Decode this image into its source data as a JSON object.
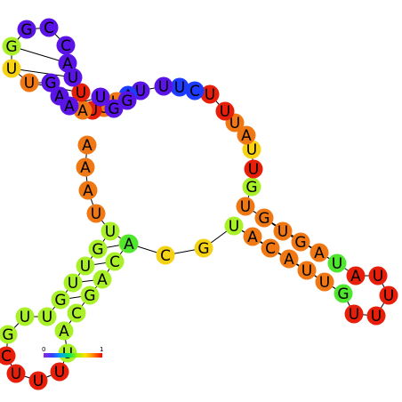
{
  "legend": {
    "min_label": "0",
    "max_label": "1",
    "gradient": [
      "#8a2be2",
      "#3b3bff",
      "#00a0ff",
      "#00e060",
      "#a0f000",
      "#ffe000",
      "#ff8000",
      "#ff0000"
    ]
  },
  "palette": {
    "violet": "#5a14e6",
    "blue": "#1e3cff",
    "green": "#50e630",
    "lime": "#aaf028",
    "yellow": "#f5d214",
    "orange": "#f07814",
    "red": "#e61e0a"
  },
  "nucleotides": [
    {
      "base": "A",
      "color": "#f07814"
    },
    {
      "base": "A",
      "color": "#f07814"
    },
    {
      "base": "A",
      "color": "#f07814"
    },
    {
      "base": "U",
      "color": "#f07814"
    },
    {
      "base": "U",
      "color": "#aaf028"
    },
    {
      "base": "G",
      "color": "#aaf028"
    },
    {
      "base": "U",
      "color": "#aaf028"
    },
    {
      "base": "U",
      "color": "#aaf028"
    },
    {
      "base": "G",
      "color": "#aaf028"
    },
    {
      "base": "U",
      "color": "#aaf028"
    },
    {
      "base": "U",
      "color": "#aaf028"
    },
    {
      "base": "G",
      "color": "#aaf028"
    },
    {
      "base": "C",
      "color": "#e61e0a"
    },
    {
      "base": "U",
      "color": "#e61e0a"
    },
    {
      "base": "U",
      "color": "#e61e0a"
    },
    {
      "base": "U",
      "color": "#e61e0a"
    },
    {
      "base": "U",
      "color": "#aaf028"
    },
    {
      "base": "A",
      "color": "#aaf028"
    },
    {
      "base": "C",
      "color": "#aaf028"
    },
    {
      "base": "G",
      "color": "#aaf028"
    },
    {
      "base": "A",
      "color": "#aaf028"
    },
    {
      "base": "C",
      "color": "#aaf028"
    },
    {
      "base": "C",
      "color": "#aaf028"
    },
    {
      "base": "A",
      "color": "#50e630"
    },
    {
      "base": "C",
      "color": "#f5d214"
    },
    {
      "base": "G",
      "color": "#f5d214"
    },
    {
      "base": "U",
      "color": "#aaf028"
    },
    {
      "base": "A",
      "color": "#f07814"
    },
    {
      "base": "C",
      "color": "#f07814"
    },
    {
      "base": "A",
      "color": "#f07814"
    },
    {
      "base": "U",
      "color": "#f07814"
    },
    {
      "base": "U",
      "color": "#f07814"
    },
    {
      "base": "G",
      "color": "#50e630"
    },
    {
      "base": "U",
      "color": "#e61e0a"
    },
    {
      "base": "U",
      "color": "#e61e0a"
    },
    {
      "base": "U",
      "color": "#e61e0a"
    },
    {
      "base": "U",
      "color": "#e61e0a"
    },
    {
      "base": "A",
      "color": "#e61e0a"
    },
    {
      "base": "U",
      "color": "#50e630"
    },
    {
      "base": "A",
      "color": "#f07814"
    },
    {
      "base": "G",
      "color": "#f07814"
    },
    {
      "base": "U",
      "color": "#f07814"
    },
    {
      "base": "G",
      "color": "#f07814"
    },
    {
      "base": "U",
      "color": "#f07814"
    },
    {
      "base": "G",
      "color": "#aaf028"
    },
    {
      "base": "U",
      "color": "#e61e0a"
    },
    {
      "base": "U",
      "color": "#f5d214"
    },
    {
      "base": "A",
      "color": "#f07814"
    },
    {
      "base": "U",
      "color": "#f07814"
    },
    {
      "base": "U",
      "color": "#e61e0a"
    },
    {
      "base": "U",
      "color": "#e61e0a"
    },
    {
      "base": "C",
      "color": "#1e3cff"
    },
    {
      "base": "U",
      "color": "#1e3cff"
    },
    {
      "base": "U",
      "color": "#5a14e6"
    },
    {
      "base": "U",
      "color": "#5a14e6"
    },
    {
      "base": "A",
      "color": "#1e3cff"
    },
    {
      "base": "U",
      "color": "#f07814"
    },
    {
      "base": "U",
      "color": "#f07814"
    },
    {
      "base": "U",
      "color": "#e61e0a"
    },
    {
      "base": "A",
      "color": "#f07814"
    },
    {
      "base": "U",
      "color": "#e61e0a"
    },
    {
      "base": "U",
      "color": "#5a14e6"
    },
    {
      "base": "A",
      "color": "#5a14e6"
    },
    {
      "base": "C",
      "color": "#5a14e6"
    },
    {
      "base": "C",
      "color": "#5a14e6"
    },
    {
      "base": "G",
      "color": "#5a14e6"
    },
    {
      "base": "G",
      "color": "#aaf028"
    },
    {
      "base": "U",
      "color": "#f5d214"
    },
    {
      "base": "U",
      "color": "#f07814"
    },
    {
      "base": "G",
      "color": "#5a14e6"
    },
    {
      "base": "A",
      "color": "#5a14e6"
    },
    {
      "base": "A",
      "color": "#5a14e6"
    },
    {
      "base": "U",
      "color": "#5a14e6"
    },
    {
      "base": "G",
      "color": "#5a14e6"
    },
    {
      "base": "G",
      "color": "#5a14e6"
    }
  ]
}
